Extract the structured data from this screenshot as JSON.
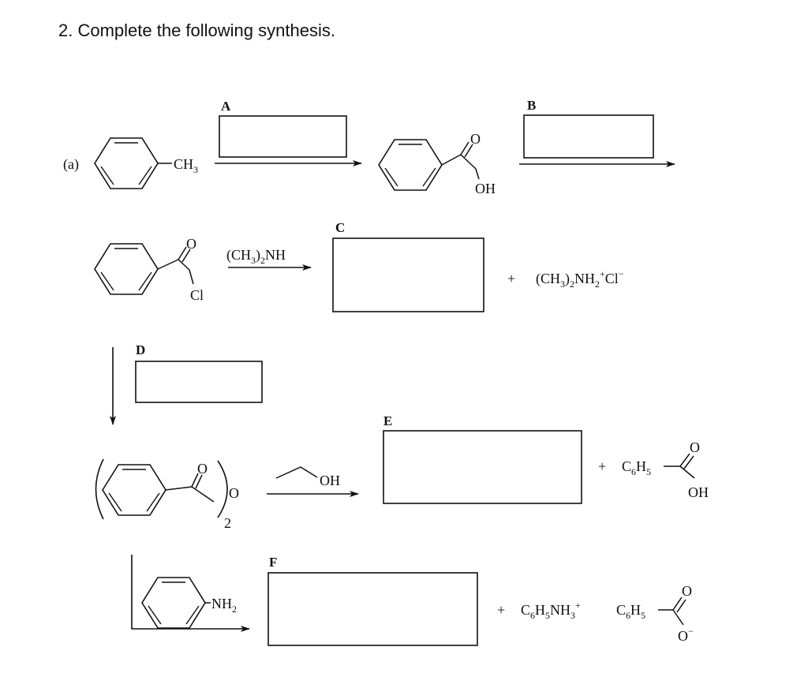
{
  "question": {
    "title": "2. Complete the following synthesis."
  },
  "part_label": "(a)",
  "box_labels": {
    "a": "A",
    "b": "B",
    "c": "C",
    "d": "D",
    "e": "E",
    "f": "F"
  },
  "groups": {
    "ch3": "CH",
    "ch3_sub": "3",
    "oh": "OH",
    "o": "O",
    "cl": "Cl",
    "nh2": "NH",
    "nh2_sub": "2",
    "dimer_count": "2"
  },
  "reagents": {
    "dimethylamine": {
      "paren_open": "(CH",
      "sub": "3",
      "paren_close": ")",
      "sub2": "2",
      "tail": "NH"
    },
    "ethanol_oh": "OH"
  },
  "byproducts": {
    "plus": "+",
    "ammonium_salt": {
      "a": "(CH",
      "sub1": "3",
      "b": ")",
      "sub2": "2",
      "c": "NH",
      "sub3": "2",
      "sup": "+",
      "d": "Cl",
      "sup2": "−"
    },
    "benzoic_acid": {
      "c": "C",
      "sub1": "6",
      "h": "H",
      "sub2": "5"
    },
    "anilinium": {
      "a": "C",
      "sub1": "6",
      "b": "H",
      "sub2": "5",
      "c": "NH",
      "sub3": "3",
      "sup": "+"
    },
    "benzoate": {
      "c": "C",
      "sub1": "6",
      "h": "H",
      "sub2": "5",
      "o_minus": "O",
      "minus": "−"
    }
  },
  "icons": {
    "arrow": "reaction-arrow-icon",
    "benzene": "benzene-ring-icon"
  }
}
